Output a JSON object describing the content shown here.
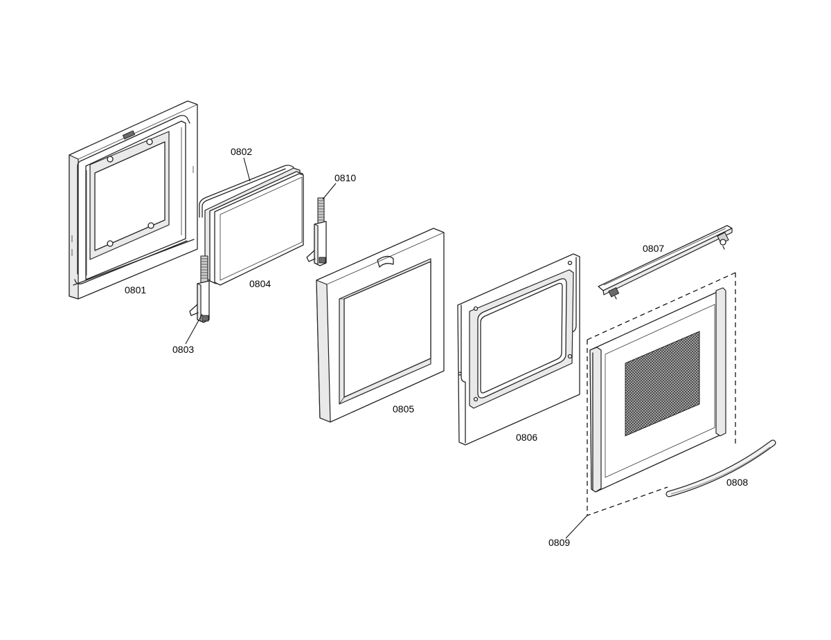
{
  "parts": [
    {
      "key": "p0801",
      "label": "0801"
    },
    {
      "key": "p0802",
      "label": "0802"
    },
    {
      "key": "p0803",
      "label": "0803"
    },
    {
      "key": "p0804",
      "label": "0804"
    },
    {
      "key": "p0805",
      "label": "0805"
    },
    {
      "key": "p0806",
      "label": "0806"
    },
    {
      "key": "p0807",
      "label": "0807"
    },
    {
      "key": "p0808",
      "label": "0808"
    },
    {
      "key": "p0809",
      "label": "0809"
    },
    {
      "key": "p0810",
      "label": "0810"
    }
  ]
}
